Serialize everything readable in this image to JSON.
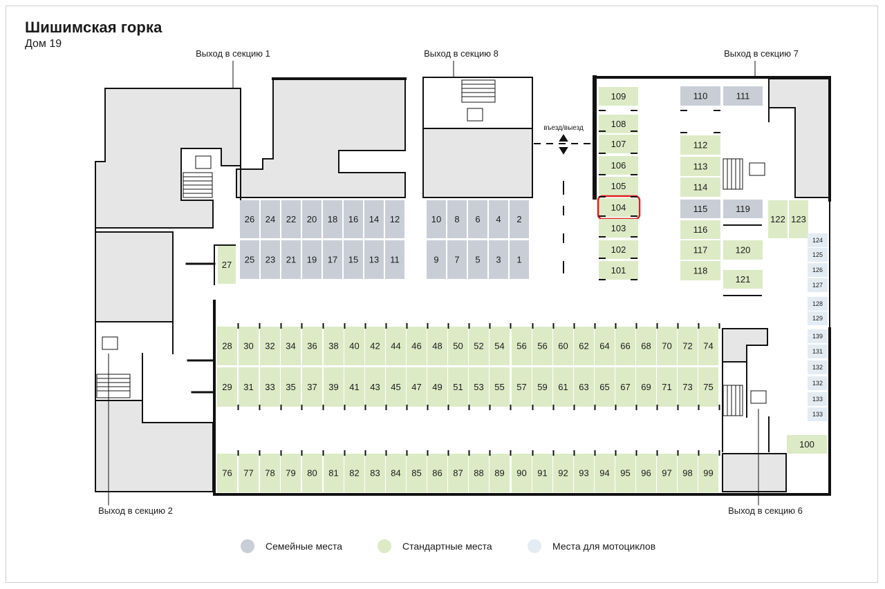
{
  "header": {
    "title": "Шишимская горка",
    "subtitle": "Дом 19"
  },
  "colors": {
    "family": "#c9ced6",
    "standard": "#dcebc6",
    "moto": "#e4ecf3",
    "walls": "#111111",
    "rooms": "#e6e6e6",
    "highlight": "#e02020"
  },
  "labels": {
    "exit_1": "Выход в секцию 1",
    "exit_8": "Выход в секцию 8",
    "exit_7": "Выход в секцию 7",
    "exit_2": "Выход в секцию 2",
    "exit_6": "Выход в секцию 6",
    "entrance": "въезд/выезд"
  },
  "legend": [
    {
      "label": "Семейные места",
      "color": "#c9ced6"
    },
    {
      "label": "Стандартные места",
      "color": "#dcebc6"
    },
    {
      "label": "Места для мотоциклов",
      "color": "#e4ecf3"
    }
  ],
  "selected_spot": "104",
  "spots": {
    "family_top_row": [
      "26",
      "24",
      "22",
      "20",
      "18",
      "16",
      "14",
      "12",
      "10",
      "8",
      "6",
      "4",
      "2"
    ],
    "family_bottom_row": [
      "25",
      "23",
      "21",
      "19",
      "17",
      "15",
      "13",
      "11",
      "9",
      "7",
      "5",
      "3",
      "1"
    ],
    "row_even": [
      "28",
      "30",
      "32",
      "34",
      "36",
      "38",
      "40",
      "42",
      "44",
      "46",
      "48",
      "50",
      "52",
      "54",
      "56",
      "56",
      "60",
      "62",
      "64",
      "66",
      "68",
      "70",
      "72",
      "74"
    ],
    "row_odd": [
      "29",
      "31",
      "33",
      "35",
      "37",
      "39",
      "41",
      "43",
      "45",
      "47",
      "49",
      "51",
      "53",
      "55",
      "57",
      "59",
      "61",
      "63",
      "65",
      "67",
      "69",
      "71",
      "73",
      "75"
    ],
    "row_bottom": [
      "76",
      "77",
      "78",
      "79",
      "80",
      "81",
      "82",
      "83",
      "84",
      "85",
      "86",
      "87",
      "88",
      "89",
      "90",
      "91",
      "92",
      "93",
      "94",
      "95",
      "96",
      "97",
      "98",
      "99"
    ],
    "spot_27": "27",
    "column_left": [
      "109",
      "108",
      "107",
      "106",
      "105",
      "104",
      "103",
      "102",
      "101"
    ],
    "column_mid_family_top": [
      "110",
      "111"
    ],
    "column_mid": [
      "112",
      "113",
      "114"
    ],
    "spot_115": "115",
    "spot_119": "119",
    "column_mid_lower": [
      "116",
      "117",
      "118"
    ],
    "spot_120": "120",
    "spot_121": "121",
    "spot_122": "122",
    "spot_123": "123",
    "spot_100": "100",
    "moto": [
      "124",
      "125",
      "126",
      "127",
      "128",
      "129",
      "139",
      "131",
      "132",
      "132",
      "133",
      "133"
    ]
  }
}
